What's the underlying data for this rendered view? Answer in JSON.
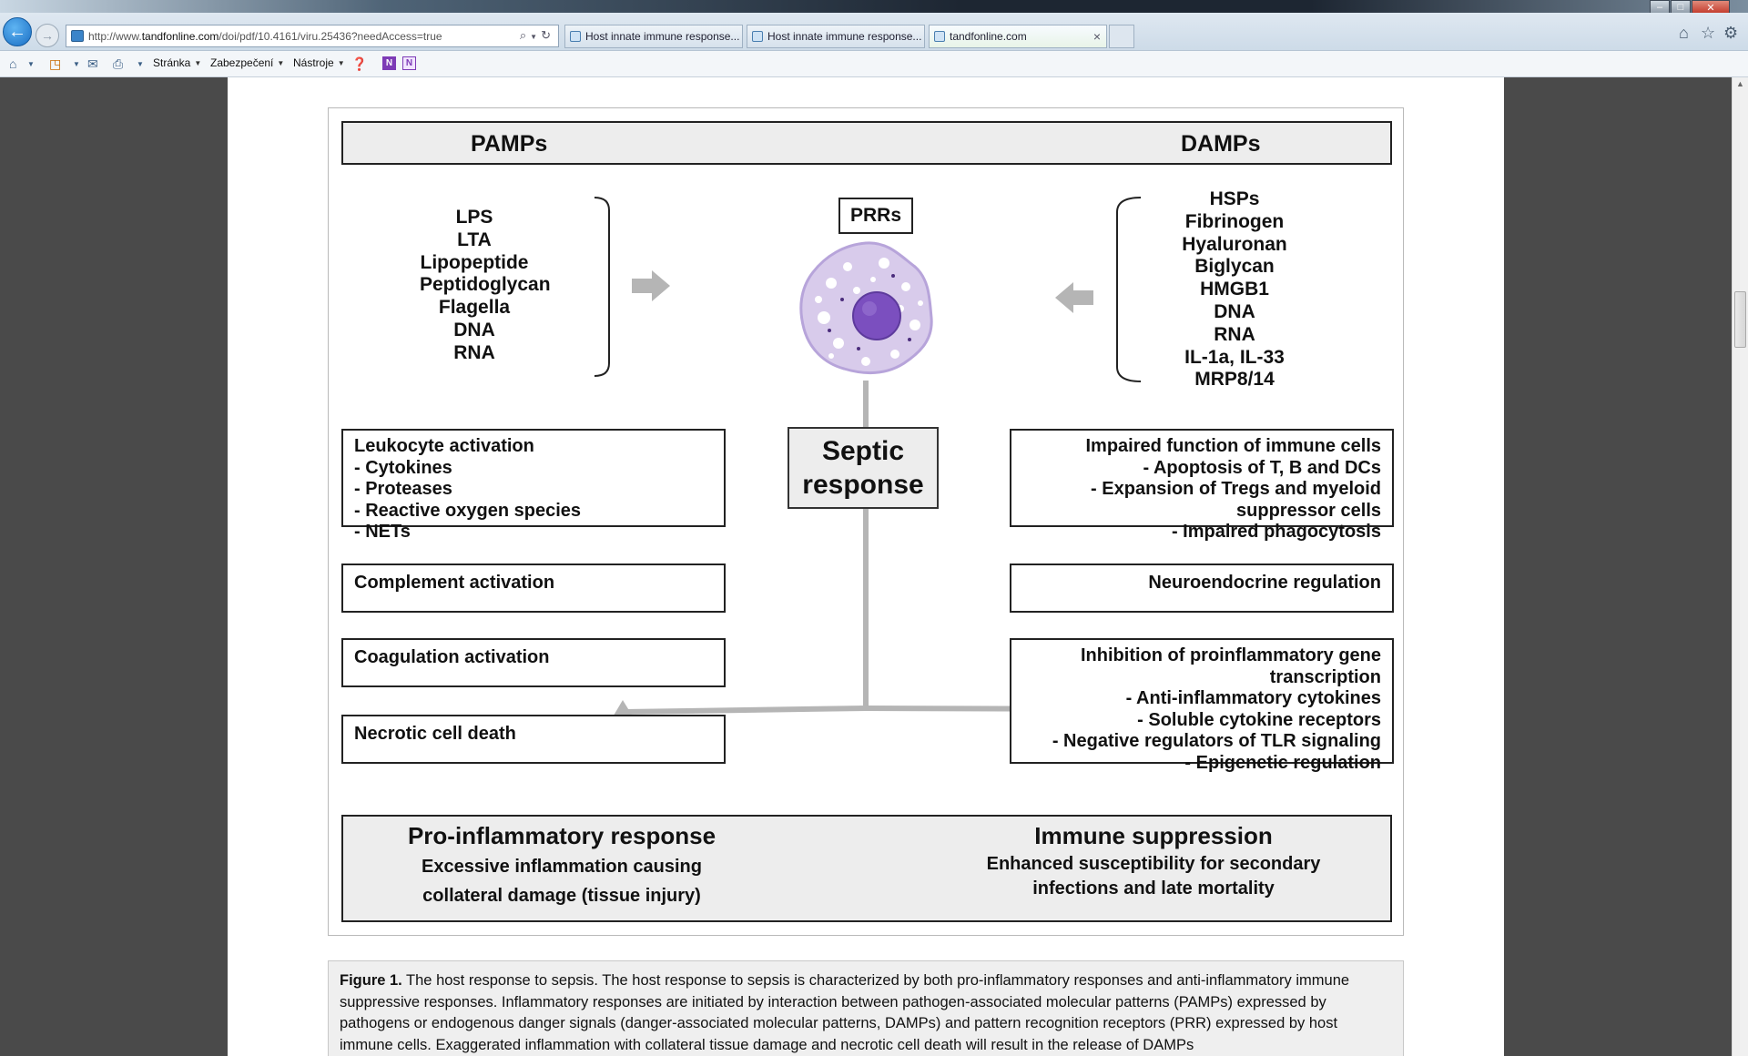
{
  "browser": {
    "url_prefix": "http://www.",
    "url_domain": "tandfonline.com",
    "url_path": "/doi/pdf/10.4161/viru.25436?needAccess=true",
    "tabs": [
      {
        "label": "Host innate immune response..."
      },
      {
        "label": "Host innate immune response..."
      },
      {
        "label": "tandfonline.com"
      }
    ],
    "close_tab_glyph": "×"
  },
  "commandbar": {
    "page_label": "Stránka",
    "security_label": "Zabezpečení",
    "tools_label": "Nástroje"
  },
  "figure": {
    "pamps_title": "PAMPs",
    "damps_title": "DAMPs",
    "pamps_list": [
      "LPS",
      "LTA",
      "Lipopeptide",
      "Peptidoglycan",
      "Flagella",
      "DNA",
      "RNA"
    ],
    "damps_list": [
      "HSPs",
      "Fibrinogen",
      "Hyaluronan",
      "Biglycan",
      "HMGB1",
      "DNA",
      "RNA",
      "IL-1a, IL-33",
      "MRP8/14"
    ],
    "prrs_label": "PRRs",
    "septic_line1": "Septic",
    "septic_line2": "response",
    "left_boxes": [
      {
        "title": "Leukocyte activation",
        "items": [
          "- Cytokines",
          "- Proteases",
          "- Reactive oxygen species",
          "- NETs"
        ]
      },
      {
        "title": "Complement activation",
        "items": []
      },
      {
        "title": "Coagulation activation",
        "items": []
      },
      {
        "title": "Necrotic cell death",
        "items": []
      }
    ],
    "right_boxes": [
      {
        "title": "Impaired function of immune cells",
        "items": [
          "- Apoptosis of T, B and DCs",
          "- Expansion of Tregs and myeloid",
          "suppressor cells",
          "- Impaired phagocytosis"
        ]
      },
      {
        "title": "Neuroendocrine regulation",
        "items": []
      },
      {
        "title": "Inhibition of proinflammatory gene",
        "items": [
          "transcription",
          "- Anti-inflammatory cytokines",
          "- Soluble cytokine receptors",
          "- Negative regulators of TLR signaling",
          "- Epigenetic regulation"
        ]
      }
    ],
    "pro_title": "Pro-inflammatory response",
    "pro_sub1": "Excessive inflammation causing",
    "pro_sub2": "collateral damage (tissue injury)",
    "immune_title": "Immune suppression",
    "immune_sub1": "Enhanced susceptibility for secondary",
    "immune_sub2": "infections and late mortality"
  },
  "caption": {
    "label": "Figure 1.",
    "text": " The host response to sepsis. The host response to sepsis is characterized by both pro-inflammatory responses and anti-inflammatory immune suppressive responses. Inflammatory responses are initiated by interaction between pathogen-associated molecular patterns (PAMPs) expressed by pathogens or endogenous danger signals (danger-associated molecular patterns, DAMPs) and pattern recognition receptors (PRR) expressed by host immune cells. Exaggerated inflammation with collateral tissue damage and necrotic cell death will result in the release of DAMPs"
  },
  "colors": {
    "arrow_gray": "#b5b5b5",
    "cell_membrane": "#c9b7e4",
    "cell_nucleus": "#7b4fbf"
  },
  "icons": [
    "back-arrow-icon",
    "forward-arrow-icon",
    "search-icon",
    "refresh-icon",
    "home-icon",
    "star-icon",
    "gear-icon",
    "rss-icon",
    "mail-icon",
    "print-icon",
    "help-icon",
    "onenote-icon"
  ]
}
